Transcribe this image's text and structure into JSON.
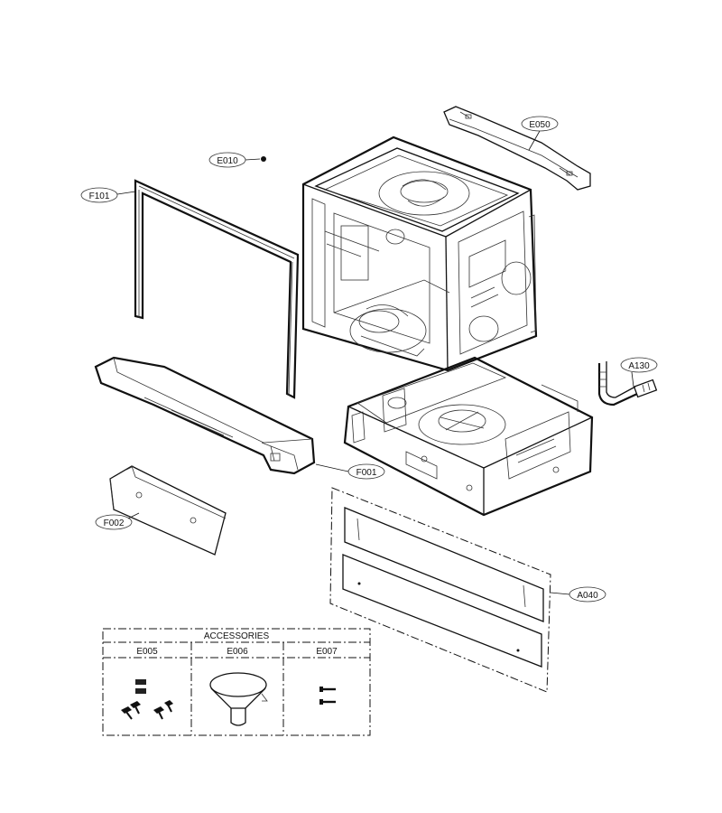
{
  "callouts": {
    "e050": "E050",
    "e010": "E010",
    "f101": "F101",
    "a130": "A130",
    "f001": "F001",
    "f002": "F002",
    "a040": "A040"
  },
  "accessories": {
    "title": "ACCESSORIES",
    "columns": [
      "E005",
      "E006",
      "E007"
    ]
  },
  "icons": {
    "e005": "screw-and-bracket-set-icon",
    "e006": "funnel-icon",
    "e007": "screw-pair-icon"
  }
}
